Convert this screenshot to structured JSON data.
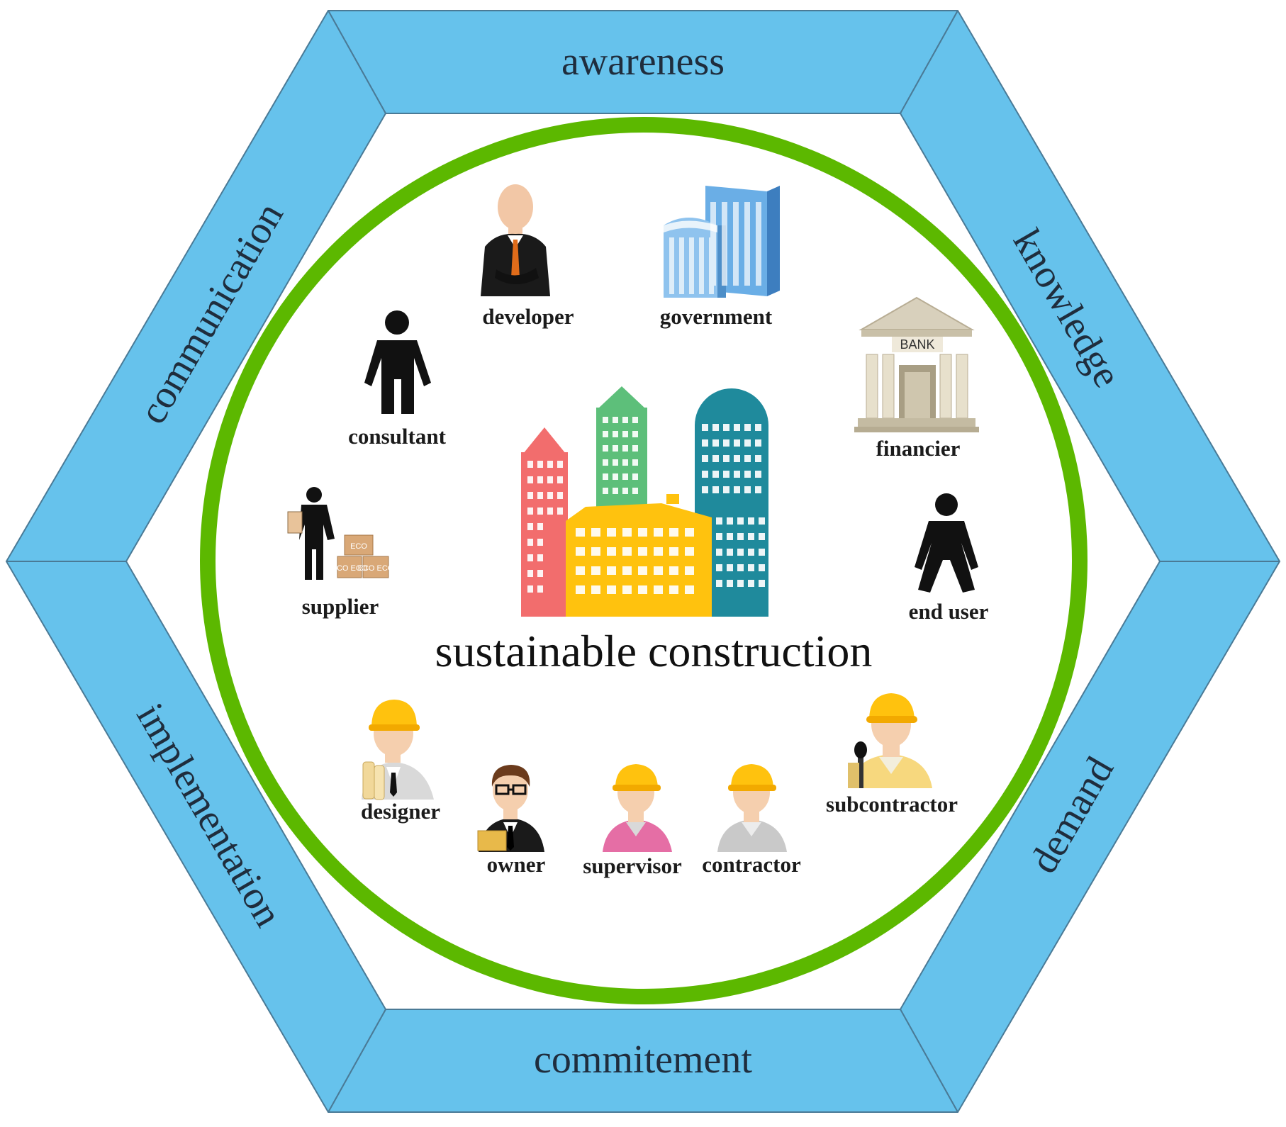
{
  "hexagon": {
    "fill_color": "#66c2ec",
    "stroke_color": "#4a7a96",
    "sides": {
      "top": "awareness",
      "upper_right": "knowledge",
      "lower_right": "demand",
      "bottom": "commitement",
      "lower_left": "implementation",
      "upper_left": "communication"
    }
  },
  "ring": {
    "color": "#5cb800"
  },
  "center": {
    "title": "sustainable construction",
    "building_colors": {
      "red": "#f26d6d",
      "green": "#5dbf7a",
      "yellow": "#ffc20e",
      "teal": "#1f8a9c"
    }
  },
  "stakeholders": {
    "developer": "developer",
    "government": "government",
    "consultant": "consultant",
    "financier": "financier",
    "supplier": "supplier",
    "end_user": "end user",
    "designer": "designer",
    "owner": "owner",
    "supervisor": "supervisor",
    "contractor": "contractor",
    "subcontractor": "subcontractor"
  },
  "icon_text": {
    "bank_sign": "BANK",
    "box_top": "ECO",
    "box_left": "ECO ECO",
    "box_right": "ECO ECO"
  }
}
